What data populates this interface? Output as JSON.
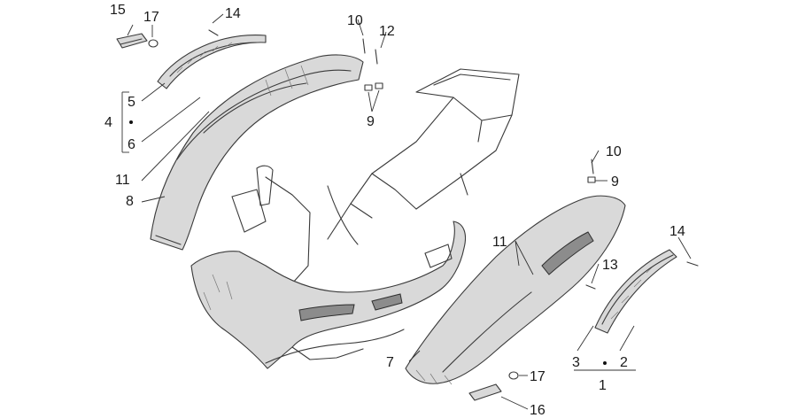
{
  "callouts": {
    "c1": "1",
    "c2": "2",
    "c3": "3",
    "c4": "4",
    "c5": "5",
    "c6": "6",
    "c7": "7",
    "c8": "8",
    "c9a": "9",
    "c9b": "9",
    "c10a": "10",
    "c10b": "10",
    "c11a": "11",
    "c11b": "11",
    "c12": "12",
    "c13": "13",
    "c14a": "14",
    "c14b": "14",
    "c15": "15",
    "c16": "16",
    "c17a": "17",
    "c17b": "17"
  },
  "colors": {
    "line": "#3a3a3a",
    "shade": "#d9d9d9",
    "dark": "#8c8c8c"
  }
}
